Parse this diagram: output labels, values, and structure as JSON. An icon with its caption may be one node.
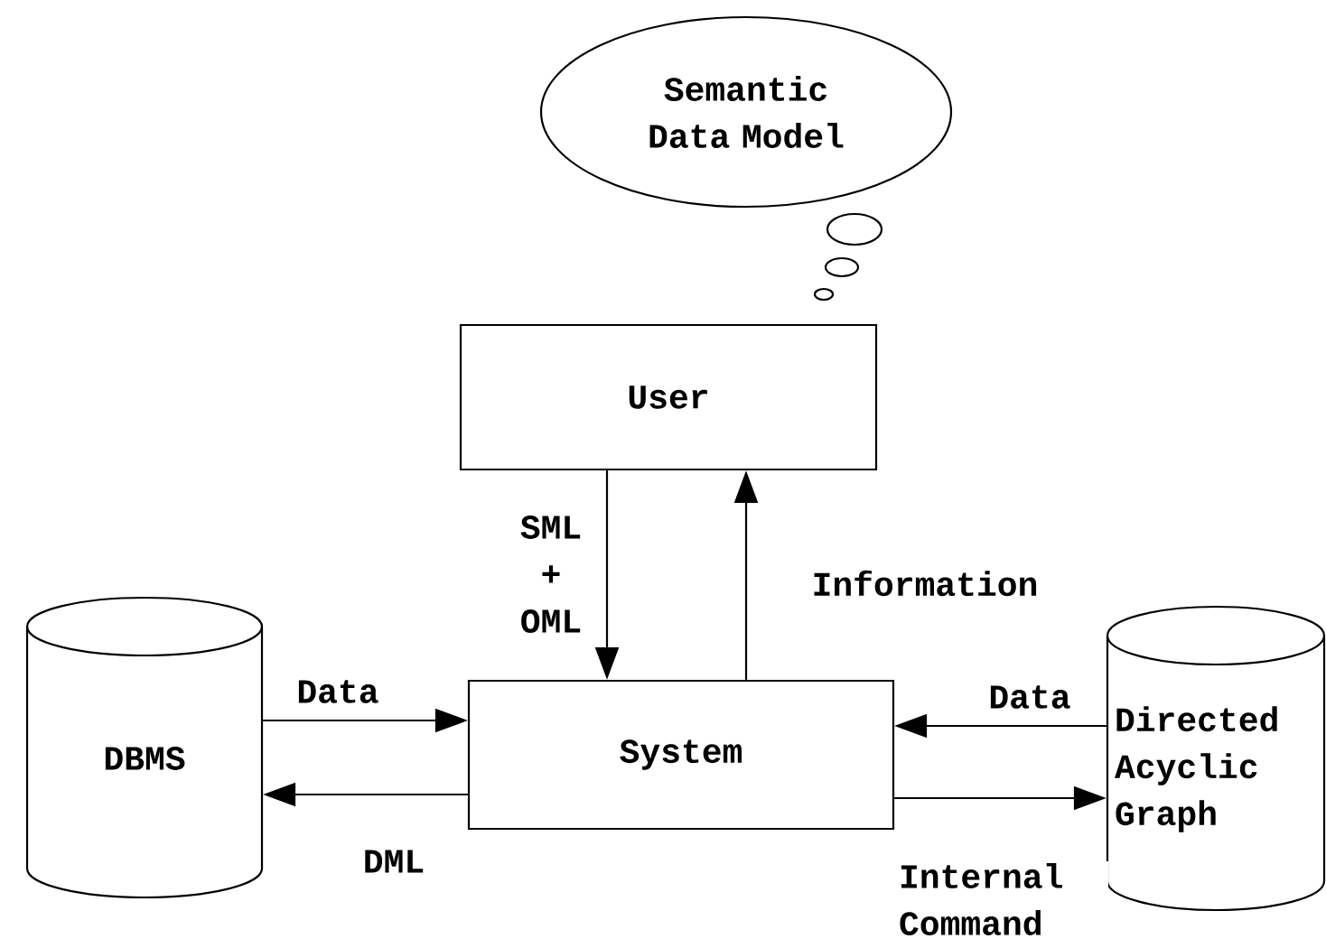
{
  "diagram": {
    "nodes": [
      {
        "text": [
          "Semantic Data Model"
        ]
      },
      {
        "text": [
          "User"
        ]
      },
      {
        "text": [
          "System"
        ]
      },
      {
        "text": [
          "DBMS"
        ]
      },
      {
        "text": [
          "Directed Acyclic Graph"
        ]
      }
    ],
    "edges": [
      {
        "from": 1,
        "to": 2,
        "arrow": "to",
        "label": "SML + OML"
      },
      {
        "from": 2,
        "to": 1,
        "arrow": "to",
        "label": "Information"
      },
      {
        "from": 3,
        "to": 2,
        "arrow": "to",
        "label": "Data"
      },
      {
        "from": 2,
        "to": 3,
        "arrow": "to",
        "label": "DML"
      },
      {
        "from": 4,
        "to": 2,
        "arrow": "to",
        "label": "Data"
      },
      {
        "from": 2,
        "to": 4,
        "arrow": "to",
        "label": "Internal Command"
      }
    ]
  }
}
